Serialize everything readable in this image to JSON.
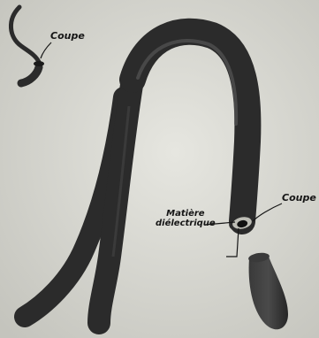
{
  "figure": {
    "label_cut_top": "Coupe",
    "label_cut_right": "Coupe",
    "label_dielectric_line1": "Matière",
    "label_dielectric_line2": "diélectrique"
  },
  "colors": {
    "paper": "#d8d8d2",
    "cable": "#2b2b2b",
    "cable_highlight": "#555555",
    "ink": "#161616"
  }
}
